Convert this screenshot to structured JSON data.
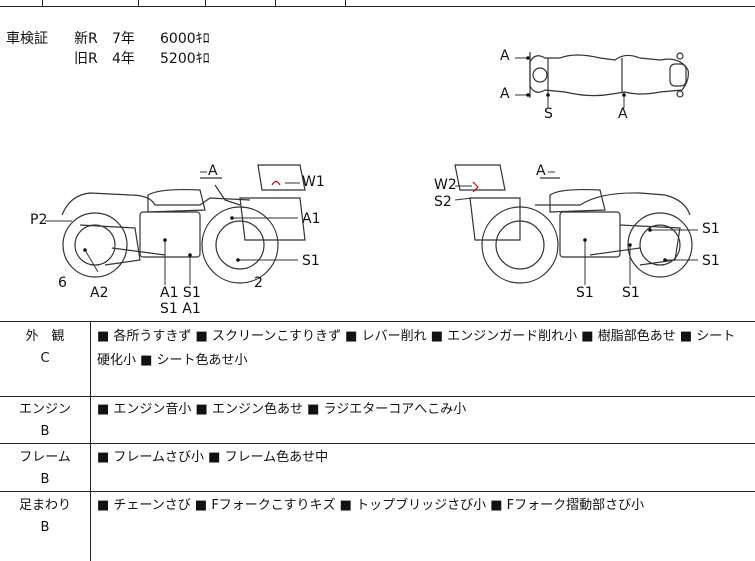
{
  "inspection": {
    "label": "車検証",
    "rows": [
      {
        "model": "新R",
        "years": "7年",
        "price": "6000ｷﾛ"
      },
      {
        "model": "旧R",
        "years": "4年",
        "price": "5200ｷﾛ"
      }
    ]
  },
  "diagram_marks": {
    "top_A1": "A",
    "top_A2": "A",
    "top_S": "S",
    "top_A3": "A",
    "left_A": "A",
    "left_W1": "W1",
    "left_P2": "P2",
    "left_A1": "A1",
    "left_S1": "S1",
    "left_6": "6",
    "left_A2": "A2",
    "left_A1S1": "A1 S1",
    "left_S1A1": "S1 A1",
    "left_2": "2",
    "right_A": "A",
    "right_W2": "W2",
    "right_S2": "S2",
    "right_S1a": "S1",
    "right_S1b": "S1",
    "right_S1c": "S1",
    "right_S1d": "S1"
  },
  "conditions": [
    {
      "category": "外　観",
      "grade": "C",
      "notes": "■ 各所うすきず ■ スクリーンこすりきず ■ レバー削れ ■ エンジンガード削れ小 ■ 樹脂部色あせ ■ シート硬化小 ■ シート色あせ小"
    },
    {
      "category": "エンジン",
      "grade": "B",
      "notes": "■ エンジン音小 ■ エンジン色あせ ■ ラジエターコアへこみ小"
    },
    {
      "category": "フレーム",
      "grade": "B",
      "notes": "■ フレームさび小 ■ フレーム色あせ中"
    },
    {
      "category": "足まわり",
      "grade": "B",
      "notes": "■ チェーンさび ■ Fフォークこすりキズ ■ トップブリッジさび小 ■ Fフォーク摺動部さび小"
    }
  ]
}
